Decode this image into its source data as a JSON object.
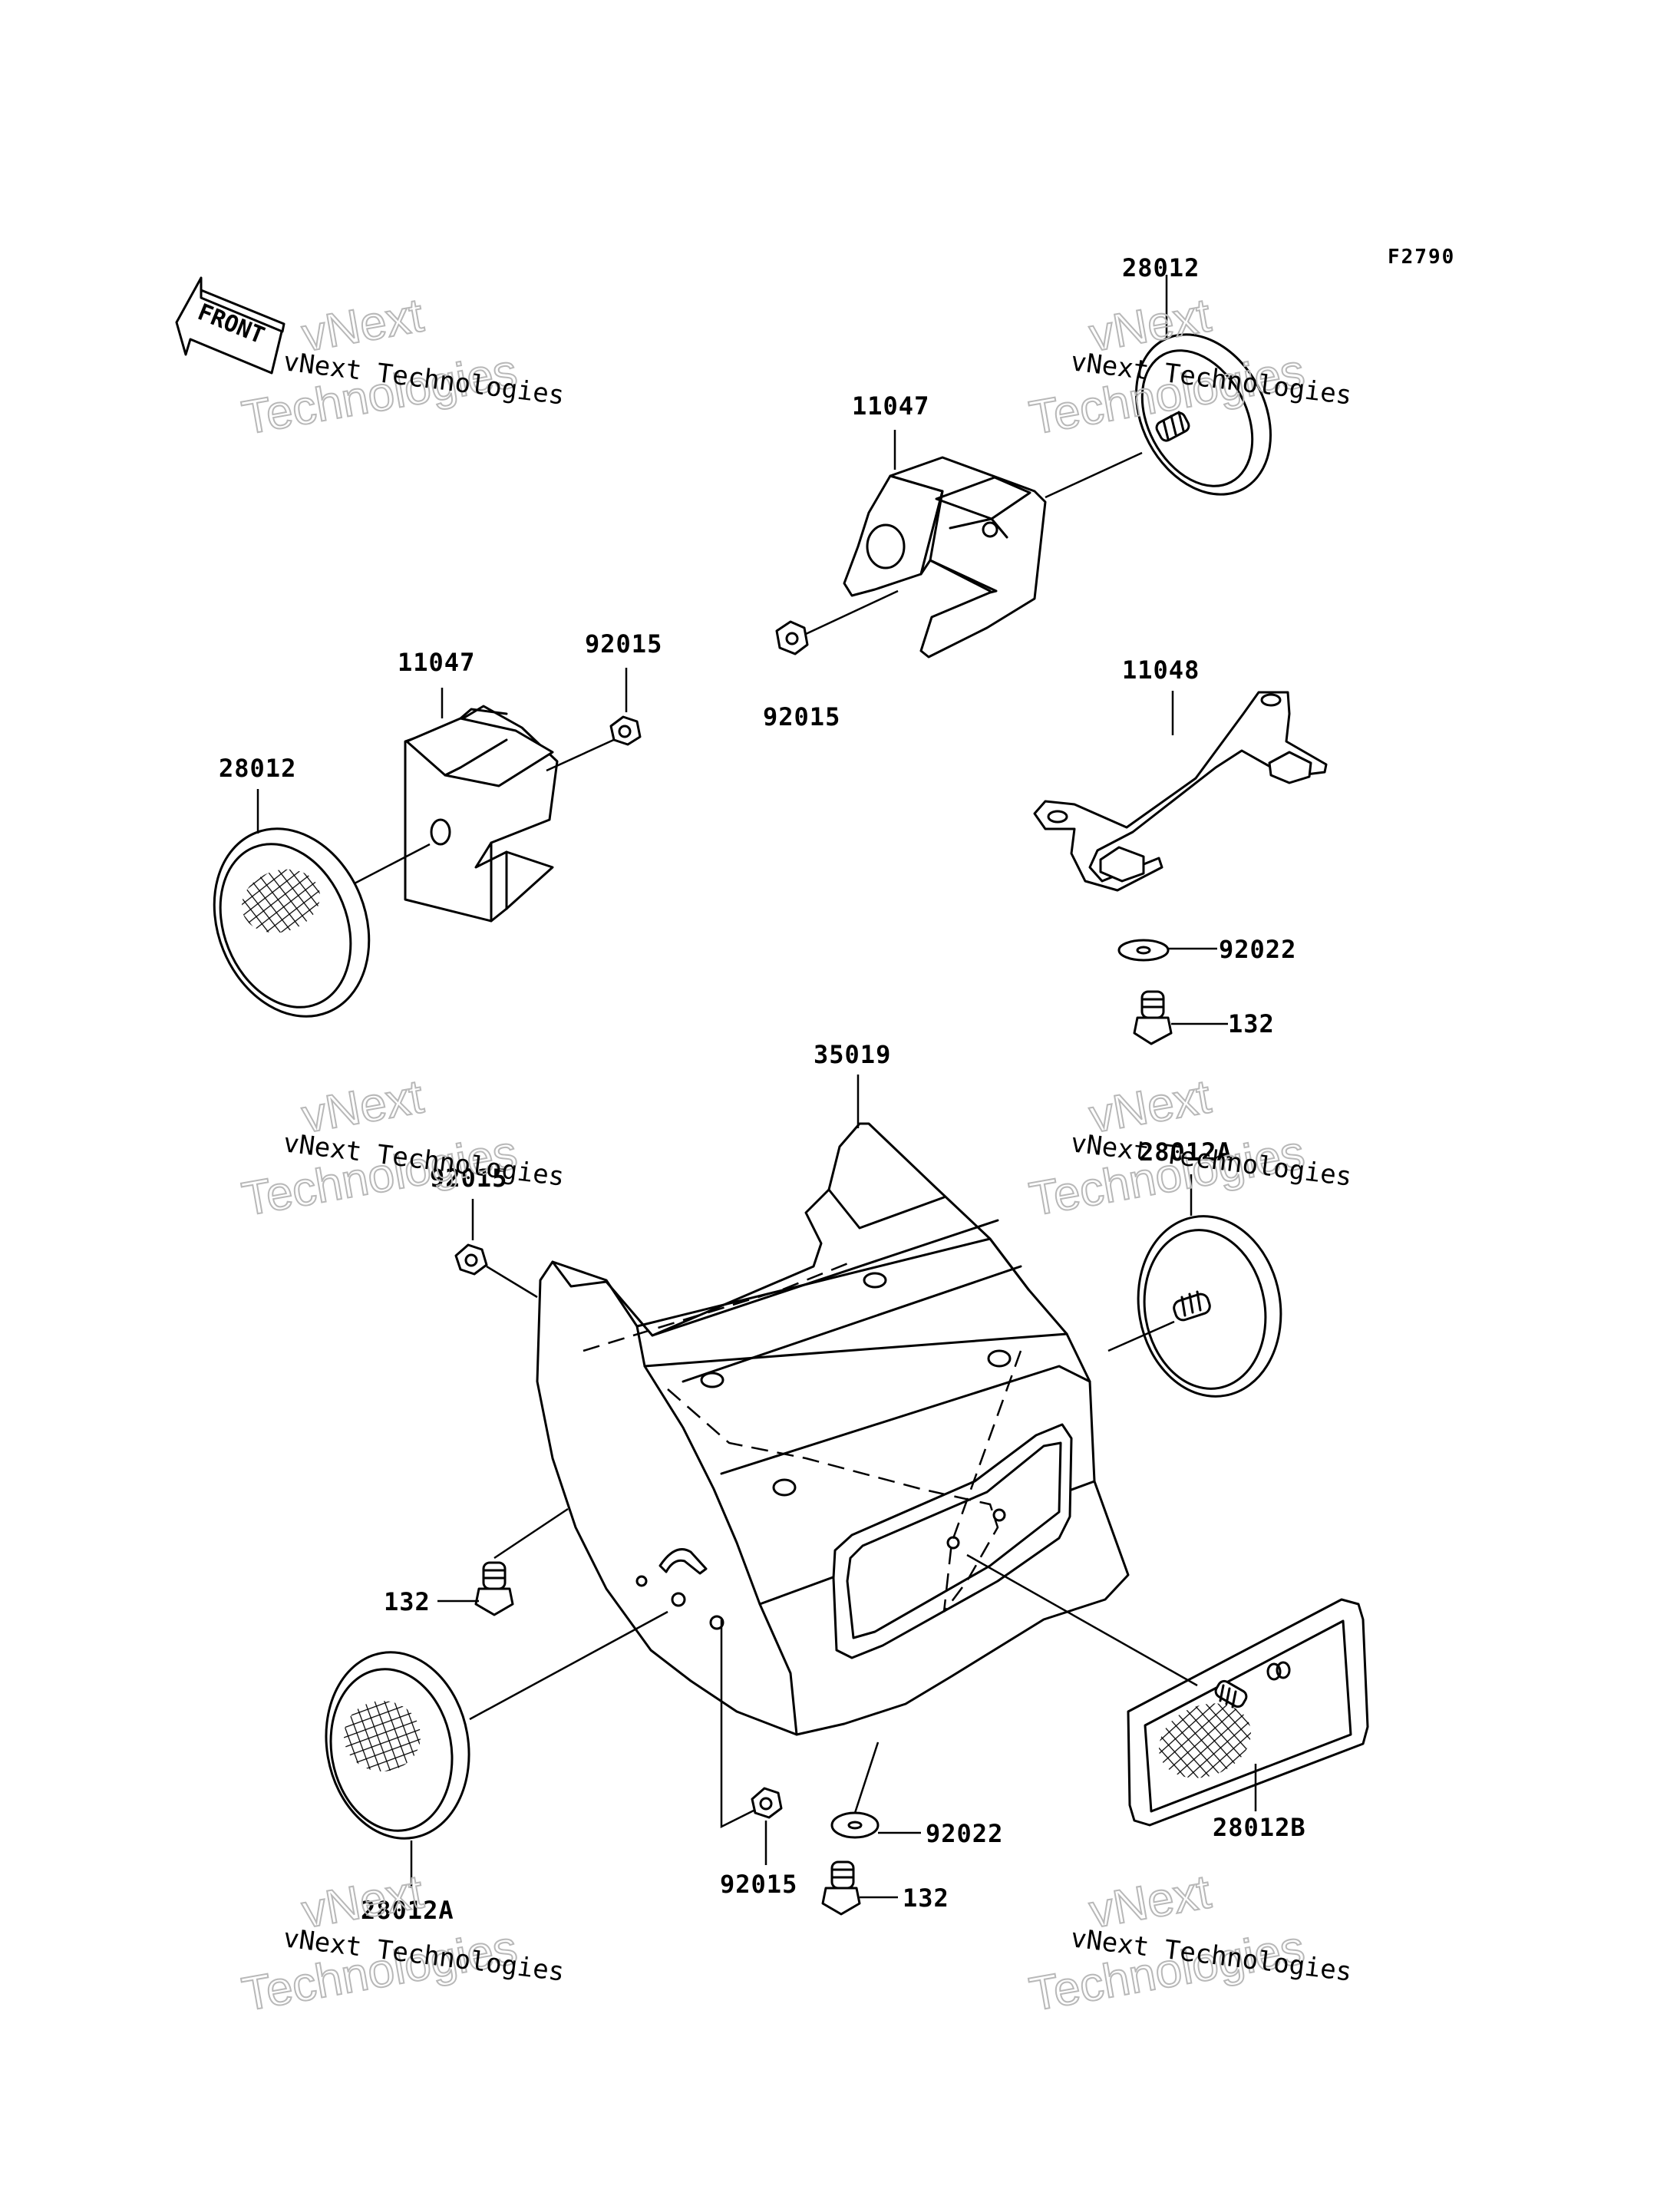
{
  "figure_code": "F2790",
  "front_label": "FRONT",
  "watermark": {
    "line1": "vNext Technologies",
    "line2": "vNext",
    "line3": "Technologies"
  },
  "labels": {
    "reflector_top": "28012",
    "bracket_top": "11047",
    "nut_top": "92015",
    "bracket_left": "11047",
    "nut_left": "92015",
    "reflector_left": "28012",
    "bracket_plate": "11048",
    "washer_right": "92022",
    "bolt_right": "132",
    "cover": "35019",
    "nut_cover": "92015",
    "reflector_right_a": "28012A",
    "bolt_left": "132",
    "reflector_lower_left_a": "28012A",
    "nut_bottom": "92015",
    "washer_bottom": "92022",
    "bolt_bottom": "132",
    "reflector_b": "28012B"
  }
}
